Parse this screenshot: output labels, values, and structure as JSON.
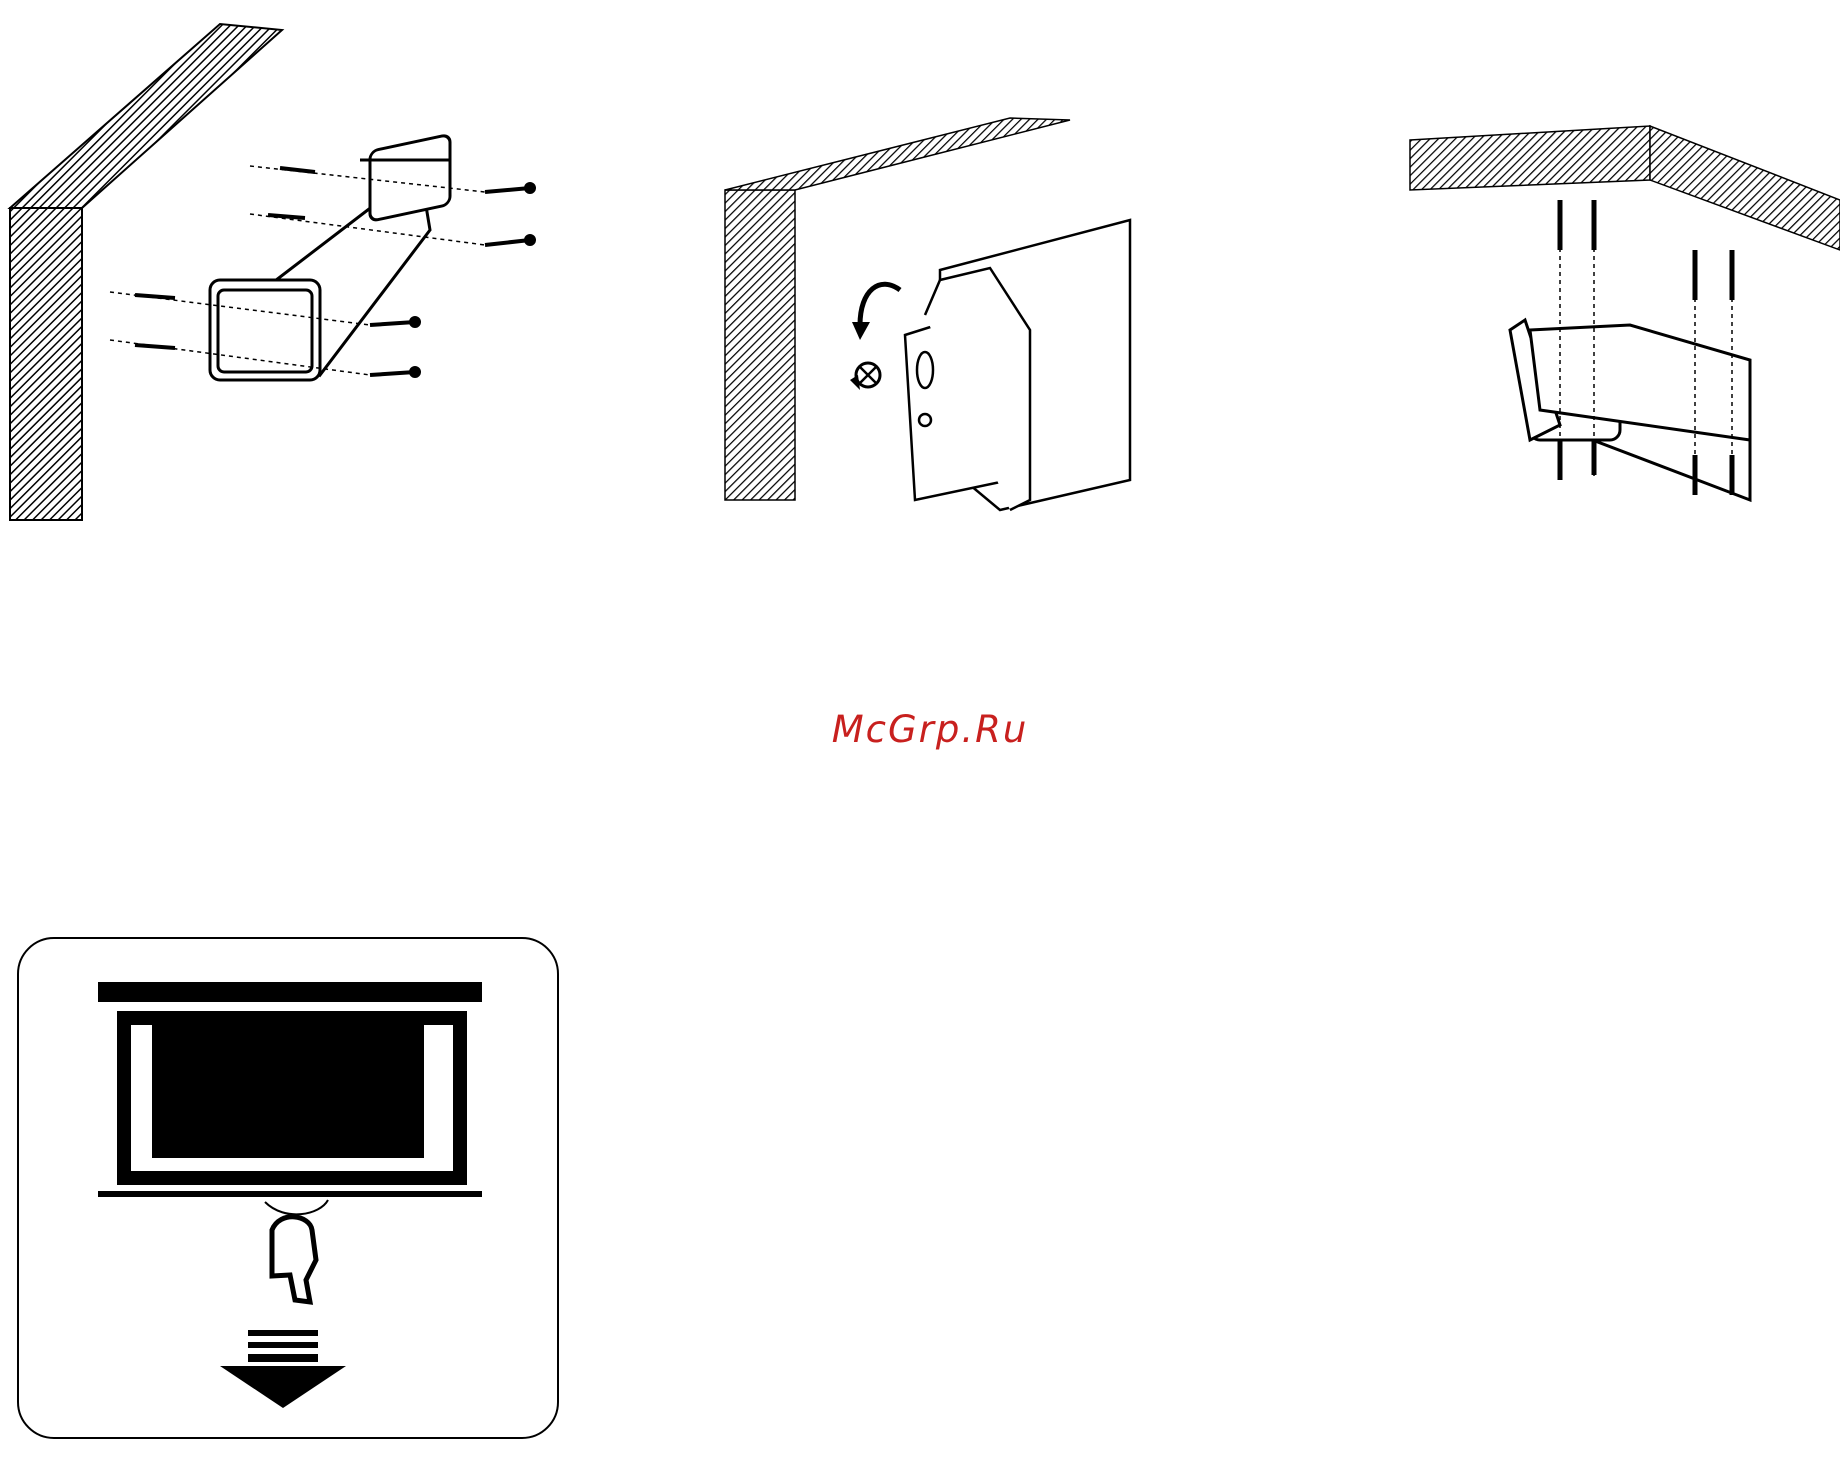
{
  "watermark": {
    "text": "McGrp.Ru",
    "color": "#c8201e"
  },
  "figures": [
    {
      "id": "wall-mount",
      "description_icon": "wall-mount-diagram-icon"
    },
    {
      "id": "bracket-screw",
      "description_icon": "bracket-screw-diagram-icon"
    },
    {
      "id": "ceiling-mount",
      "description_icon": "ceiling-mount-diagram-icon"
    },
    {
      "id": "pull-down",
      "description_icon": "pull-down-screen-icon"
    }
  ],
  "colors": {
    "line": "#000000",
    "background": "#ffffff"
  }
}
